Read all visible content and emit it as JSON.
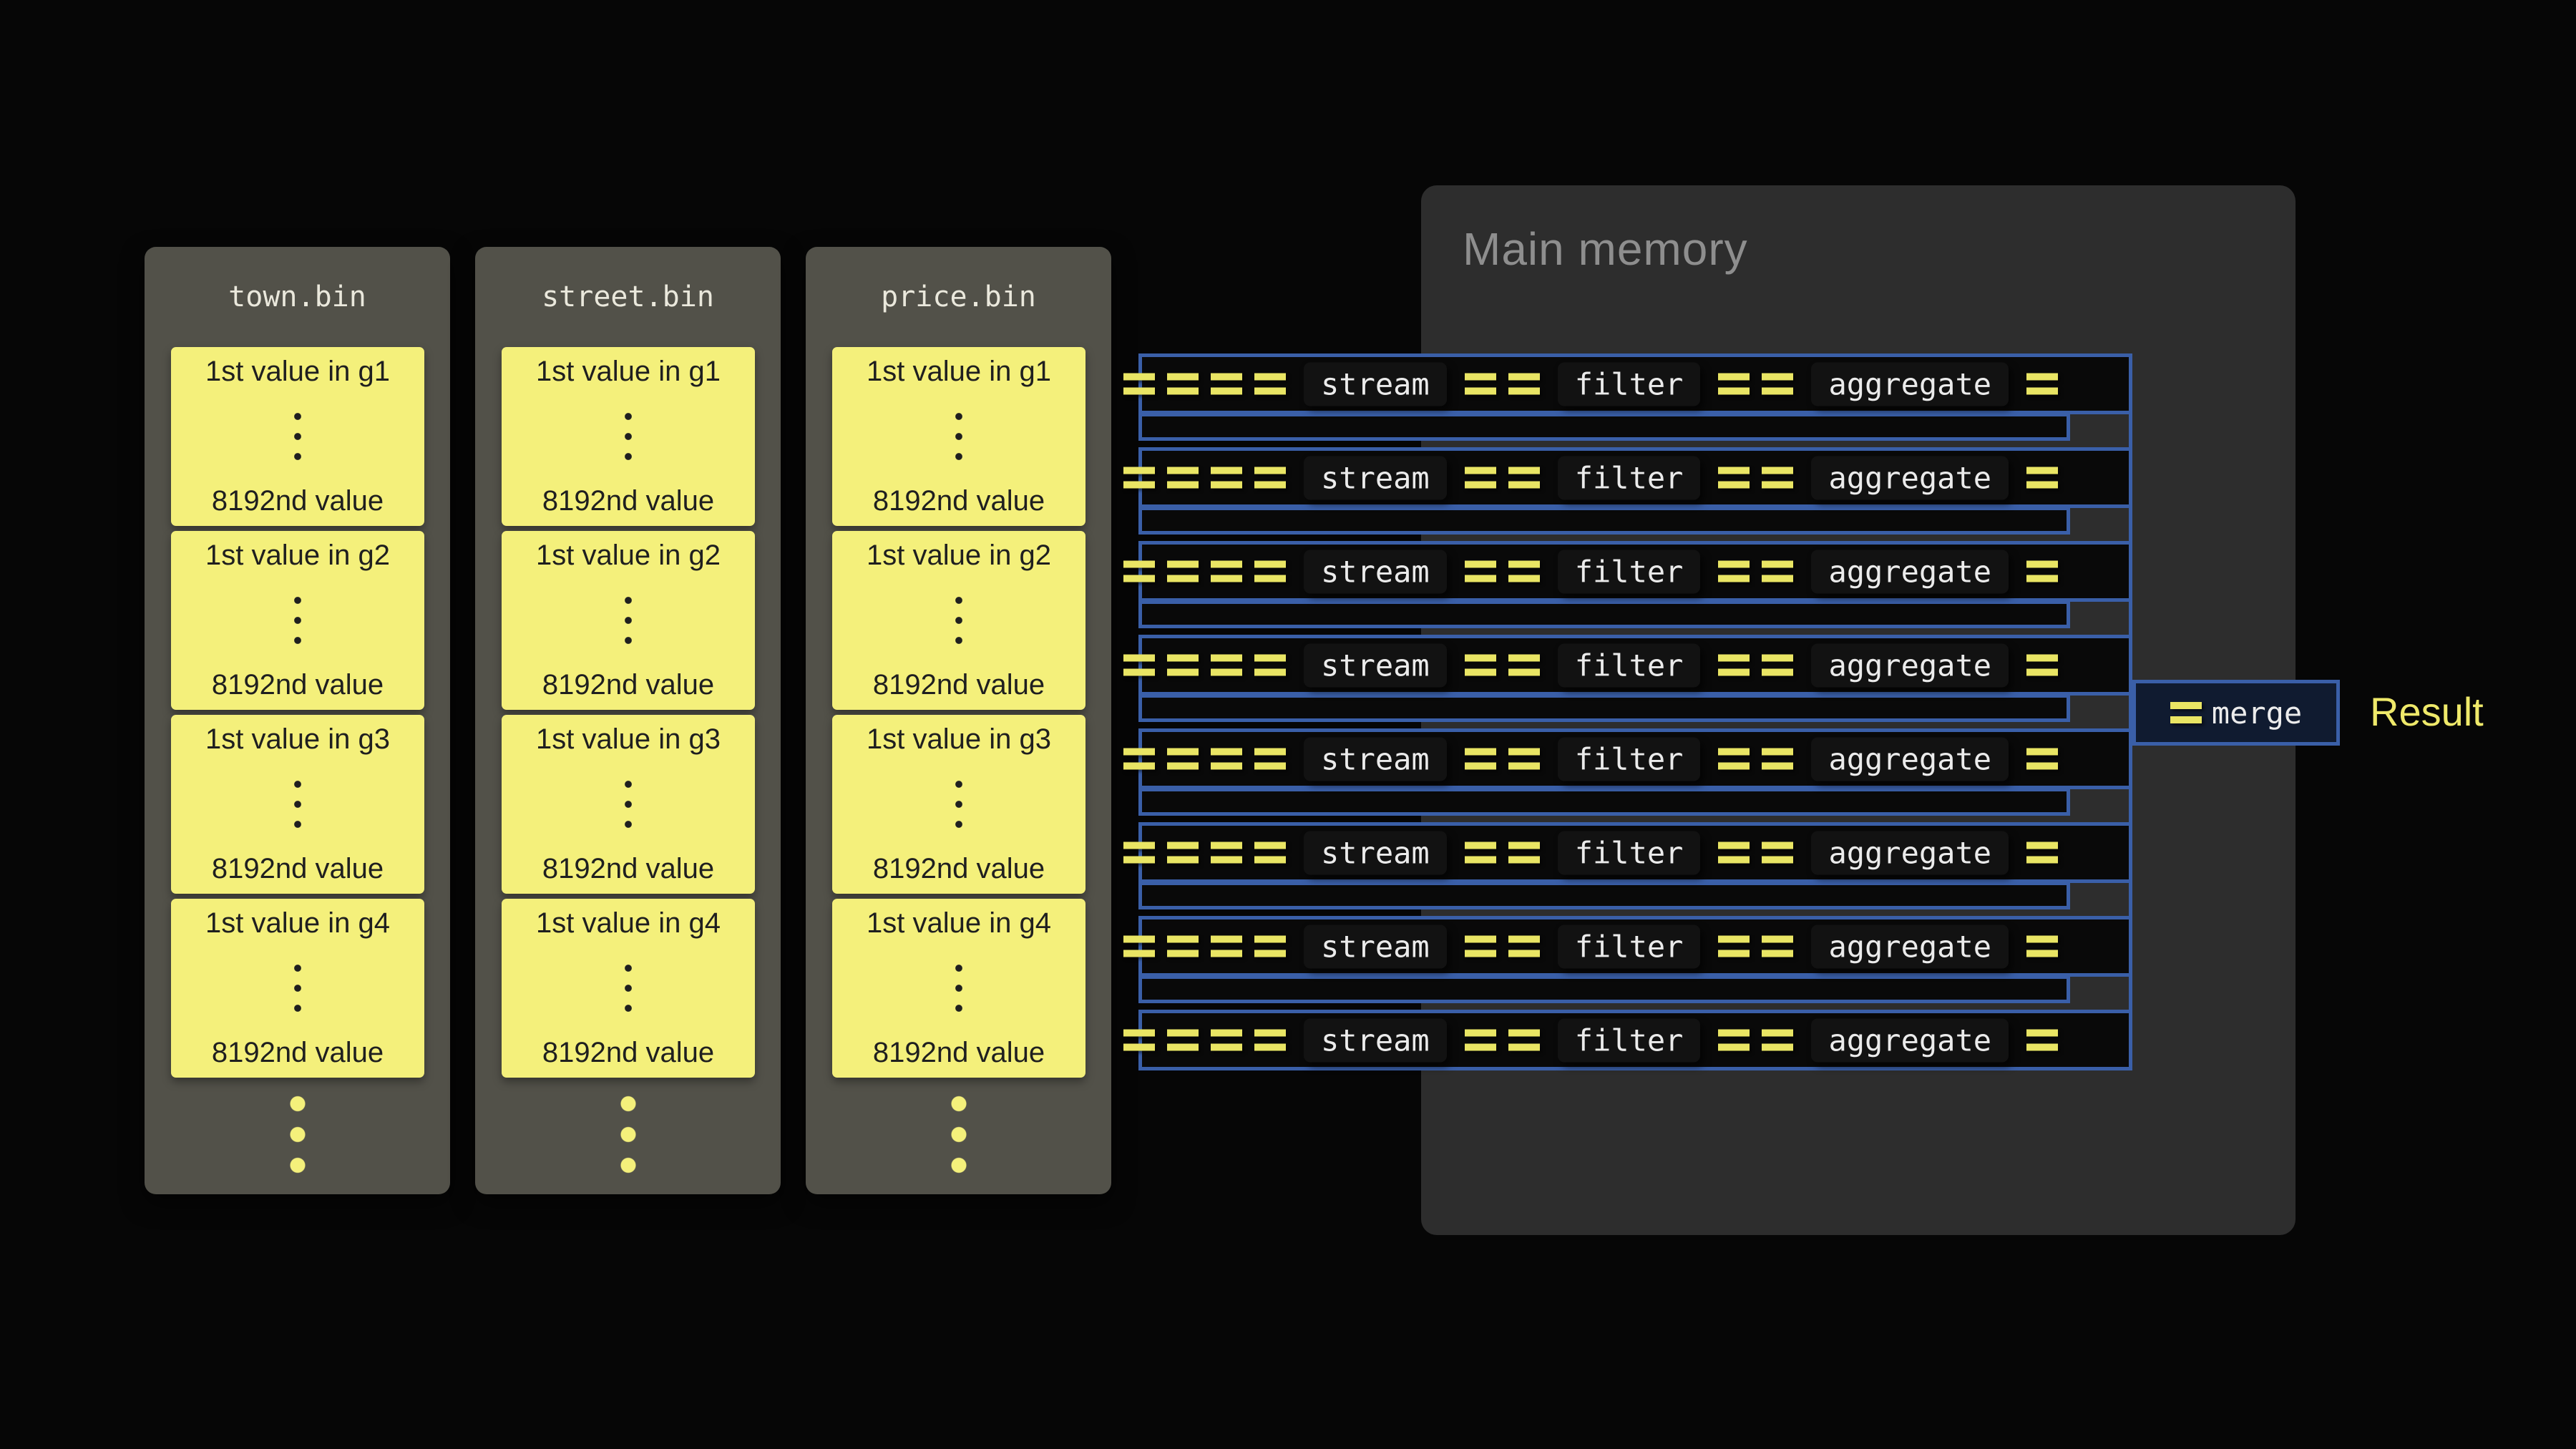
{
  "memory": {
    "title": "Main memory"
  },
  "files": {
    "names": [
      "town.bin",
      "street.bin",
      "price.bin"
    ],
    "groups": [
      {
        "first": "1st value in g1",
        "last": "8192nd value"
      },
      {
        "first": "1st value in g2",
        "last": "8192nd value"
      },
      {
        "first": "1st value in g3",
        "last": "8192nd value"
      },
      {
        "first": "1st value in g4",
        "last": "8192nd value"
      }
    ]
  },
  "pipeline": {
    "row_count": 8,
    "stages": [
      "stream",
      "filter",
      "aggregate"
    ],
    "merge": "merge",
    "result": "Result"
  },
  "icons": {
    "flow-dash": "= (double dashed flow mark)",
    "vertical-ellipsis": "three stacked dots",
    "more-groups-ellipsis": "three yellow dots"
  },
  "colors": {
    "background": "#060606",
    "file_column": "#525149",
    "value_block_yellow": "#f4f07b",
    "memory_panel": "#2d2d2d",
    "pipe_blue": "#3a5fa8",
    "dash_yellow": "#e9e564",
    "result_yellow": "#efe96a"
  }
}
